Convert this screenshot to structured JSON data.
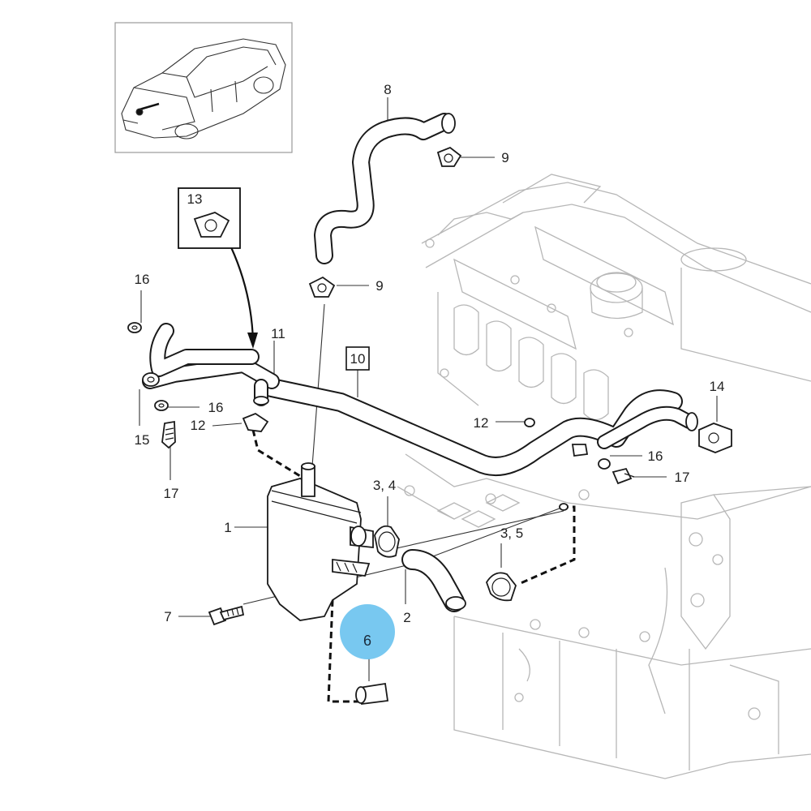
{
  "diagram": {
    "highlight_color": "#6cc3ef",
    "inset_icon": "car-overview-icon",
    "callouts": {
      "c1": "1",
      "c2": "2",
      "c3_4": "3, 4",
      "c3_5": "3, 5",
      "c6": "6",
      "c7": "7",
      "c8": "8",
      "c9_top": "9",
      "c9_mid": "9",
      "c10": "10",
      "c11": "11",
      "c12_left": "12",
      "c12_right": "12",
      "c13": "13",
      "c14": "14",
      "c15": "15",
      "c16_top": "16",
      "c16_mid": "16",
      "c16_right": "16",
      "c17_left": "17",
      "c17_right": "17"
    }
  }
}
